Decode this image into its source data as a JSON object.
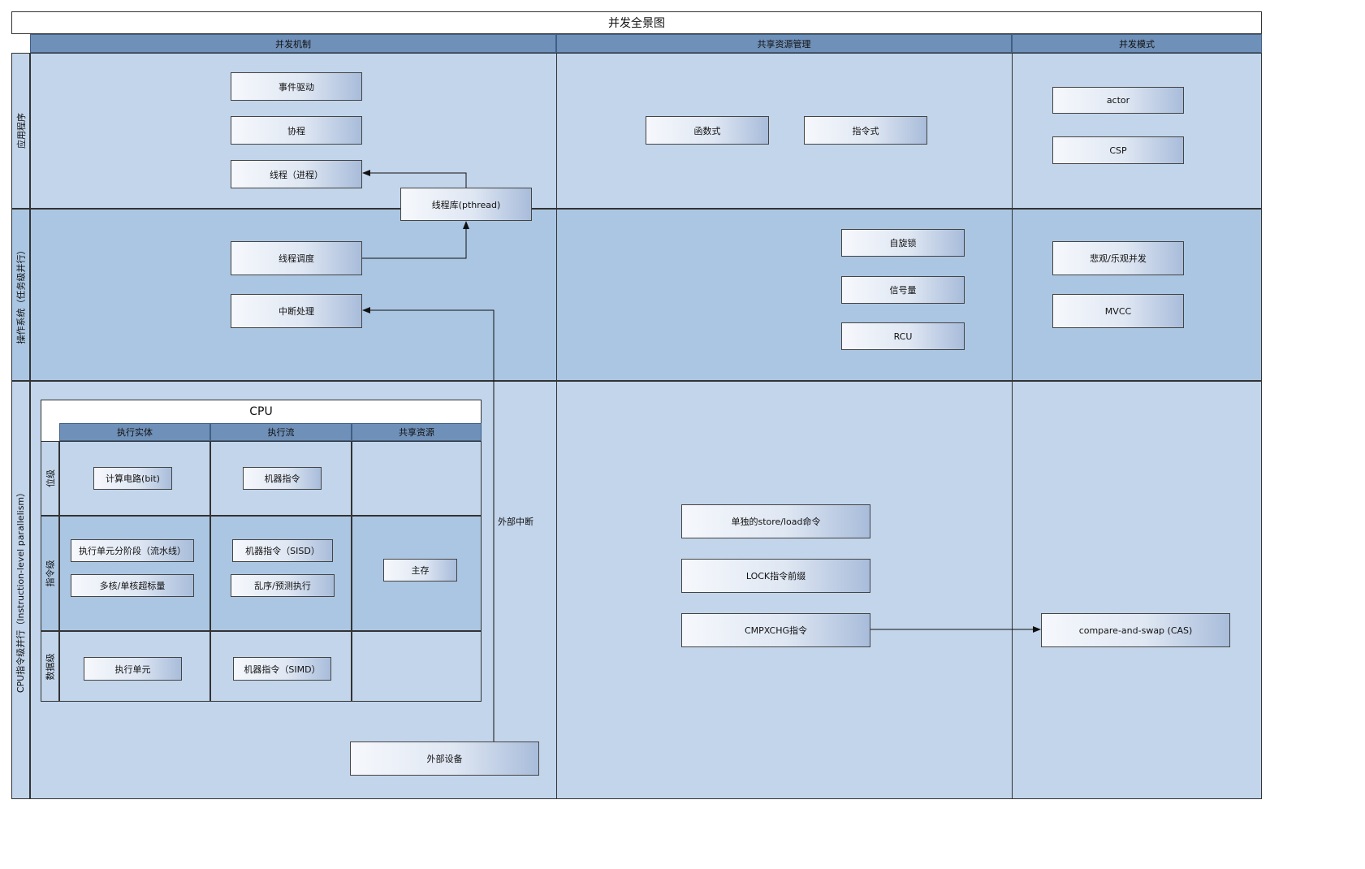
{
  "diagram": {
    "title": "并发全景图",
    "columns": [
      "并发机制",
      "共享资源管理",
      "并发模式"
    ],
    "rows": [
      "应用程序",
      "操作系统（任务级并行）",
      "CPU指令级并行（Instruction-level parallelism）"
    ],
    "app_level": {
      "mechanism": [
        "事件驱动",
        "协程",
        "线程（进程）"
      ],
      "thread_lib": "线程库(pthread)",
      "resource": [
        "函数式",
        "指令式"
      ],
      "pattern": [
        "actor",
        "CSP"
      ]
    },
    "os_level": {
      "mechanism": [
        "线程调度",
        "中断处理"
      ],
      "resource": [
        "自旋锁",
        "信号量",
        "RCU"
      ],
      "pattern": [
        "悲观/乐观并发",
        "MVCC"
      ]
    },
    "cpu_level": {
      "cpu": {
        "title": "CPU",
        "columns": [
          "执行实体",
          "执行流",
          "共享资源"
        ],
        "rows": [
          "位级",
          "指令级",
          "数据级"
        ],
        "bit_entity": "计算电路(bit)",
        "bit_flow": "机器指令",
        "inst_entity": [
          "执行单元分阶段（流水线）",
          "多核/单核超标量"
        ],
        "inst_flow": [
          "机器指令（SISD）",
          "乱序/预测执行"
        ],
        "inst_shared": "主存",
        "data_entity": "执行单元",
        "data_flow": "机器指令（SIMD）"
      },
      "external_device": "外部设备",
      "external_interrupt": "外部中断",
      "resource": [
        "单独的store/load命令",
        "LOCK指令前缀",
        "CMPXCHG指令"
      ],
      "pattern": [
        "compare-and-swap (CAS)"
      ]
    }
  }
}
